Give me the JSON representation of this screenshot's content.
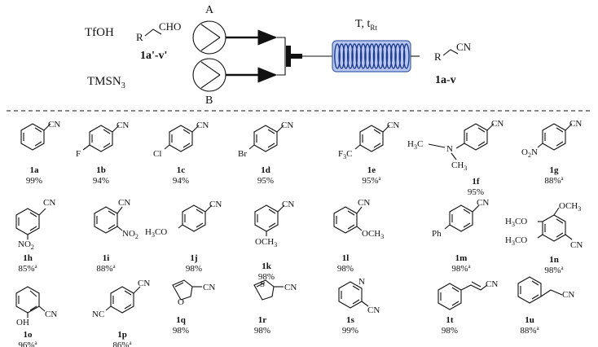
{
  "scheme": {
    "reagent": "TfOH",
    "aldehyde_r": "R",
    "aldehyde_cho": "CHO",
    "aldehyde_id": "1a'-v'",
    "azide_text": "TMSN",
    "azide_sub": "3",
    "pump_a": "A",
    "pump_b": "B",
    "conditions": "T, t",
    "conditions_sub": "Rt",
    "product_r": "R",
    "product_cn": "CN",
    "product_id": "1a-v"
  },
  "compounds": [
    {
      "id": "1a",
      "yield": "99%",
      "sup": ""
    },
    {
      "id": "1b",
      "yield": "94%",
      "sup": ""
    },
    {
      "id": "1c",
      "yield": "94%",
      "sup": ""
    },
    {
      "id": "1d",
      "yield": "95%",
      "sup": ""
    },
    {
      "id": "1e",
      "yield": "95%",
      "sup": "a"
    },
    {
      "id": "1f",
      "yield": "95%",
      "sup": ""
    },
    {
      "id": "1g",
      "yield": "88%",
      "sup": "a"
    },
    {
      "id": "1h",
      "yield": "85%",
      "sup": "a"
    },
    {
      "id": "1i",
      "yield": "88%",
      "sup": "a"
    },
    {
      "id": "1j",
      "yield": "98%",
      "sup": ""
    },
    {
      "id": "1k",
      "yield": "98%",
      "sup": ""
    },
    {
      "id": "1l",
      "yield": "98%",
      "sup": ""
    },
    {
      "id": "1m",
      "yield": "98%",
      "sup": "a"
    },
    {
      "id": "1n",
      "yield": "98%",
      "sup": "a"
    },
    {
      "id": "1o",
      "yield": "96%",
      "sup": "a"
    },
    {
      "id": "1p",
      "yield": "86%",
      "sup": "a"
    },
    {
      "id": "1q",
      "yield": "98%",
      "sup": ""
    },
    {
      "id": "1r",
      "yield": "98%",
      "sup": ""
    },
    {
      "id": "1s",
      "yield": "99%",
      "sup": ""
    },
    {
      "id": "1t",
      "yield": "98%",
      "sup": ""
    },
    {
      "id": "1u",
      "yield": "88%",
      "sup": "a"
    }
  ],
  "labels": {
    "cn": "CN",
    "f": "F",
    "cl": "Cl",
    "br": "Br",
    "cf3": "F",
    "cf3_sub": "3",
    "cf3_c": "C",
    "h3c": "H",
    "h3c_sub": "3",
    "h3c_c": "C",
    "n": "N",
    "ch3": "CH",
    "ch3_sub": "3",
    "o2n": "O",
    "o2n_sub": "2",
    "o2n_n": "N",
    "no2": "NO",
    "no2_sub": "2",
    "h3co": "H",
    "h3co_sub": "3",
    "h3co_co": "CO",
    "och3": "OCH",
    "och3_sub": "3",
    "ph": "Ph",
    "oh": "OH",
    "nc": "NC",
    "o": "O",
    "s": "S"
  }
}
